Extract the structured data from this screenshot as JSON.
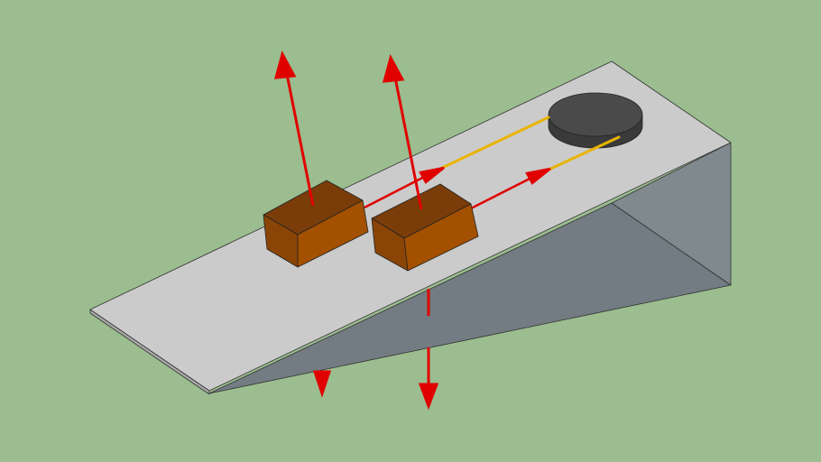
{
  "colors": {
    "background": "#9bbd8f",
    "ramp_top": "#cbcbcb",
    "ramp_side_dark": "#737c82",
    "ramp_side_light": "#7f898e",
    "block_top": "#7a3d0a",
    "block_front": "#a35000",
    "block_side": "#8a4506",
    "pulley": "#454545",
    "force_arrow": "#e00000",
    "rope": "#e8b400"
  },
  "objects": {
    "ramp": "inclined-plane",
    "pulley": "pulley-disk",
    "blocks": 2,
    "force_arrows": "red"
  }
}
